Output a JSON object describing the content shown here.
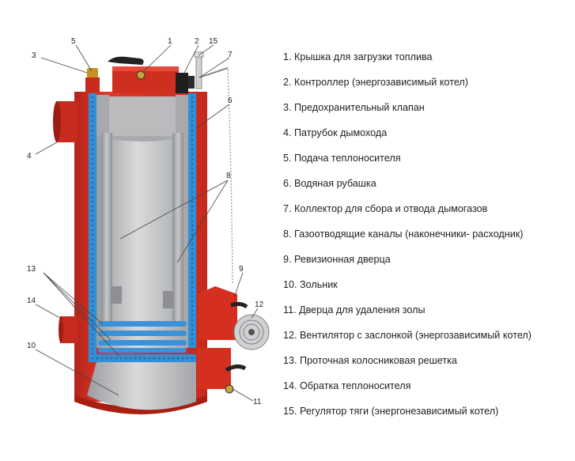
{
  "legend": [
    "1. Крышка для загрузки топлива",
    "2. Контроллер (энергозависимый котел)",
    "3. Предохранительный клапан",
    "4. Патрубок дымохода",
    "5. Подача теплоносителя",
    "6. Водяная рубашка",
    "7. Коллектор для сбора и отвода дымогазов",
    "8. Газоотводящие каналы (наконечники- расходник)",
    "9. Ревизионная дверца",
    "10. Зольник",
    "11. Дверца для удаления золы",
    "12. Вентилятор с заслонкой (энергозависимый котел)",
    "13. Проточная колосниковая решетка",
    "14. Обратка теплоносителя",
    "15. Регулятор тяги (энергонезависимый котел)"
  ],
  "callouts": [
    "1",
    "2",
    "3",
    "4",
    "5",
    "6",
    "7",
    "8",
    "9",
    "10",
    "11",
    "12",
    "13",
    "14",
    "15"
  ],
  "colors": {
    "shell_red": "#d9311f",
    "shell_dark": "#a81f12",
    "water_blue": "#2f8fd8",
    "firebox_gray": "#bfc1c3",
    "channel_gray": "#9ea1a4",
    "handle_black": "#222222"
  }
}
